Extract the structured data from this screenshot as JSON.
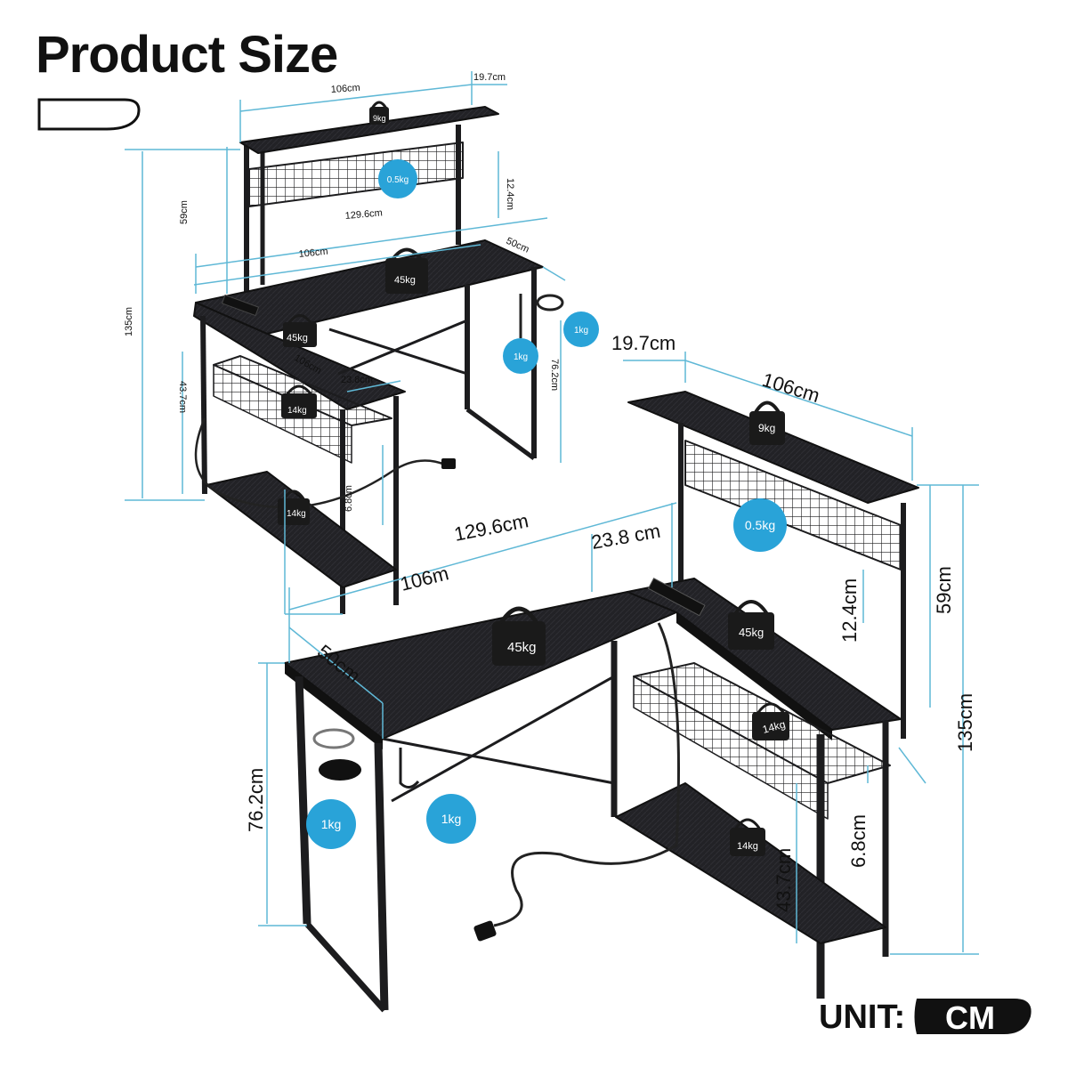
{
  "title": "Product Size",
  "unit": {
    "label": "UNIT:",
    "value": "CM"
  },
  "colors": {
    "dimension_line": "#5fb8d6",
    "badge": "#29a3d8",
    "desk": "#1c1c1e",
    "text_dark": "#111111"
  },
  "top_view": {
    "hutch_width": "106cm",
    "hutch_depth": "19.7cm",
    "top_weight": "9kg",
    "pegboard_weight": "0.5kg",
    "pegboard_height": "12.4cm",
    "hutch_height": "59cm",
    "total_length": "129.6cm",
    "desk_width": "106cm",
    "desk_depth": "50cm",
    "desk_weight": "45kg",
    "total_height": "135cm",
    "side_weight": "45kg",
    "hook_weight_1": "1kg",
    "hook_weight_2": "1kg",
    "desk_height": "76.2cm",
    "side_length": "106cm",
    "side_depth": "23.8cm",
    "shelf_height": "43.7cm",
    "basket_weight": "14kg",
    "basket_gap": "6.8cm",
    "bottom_weight": "14kg"
  },
  "bottom_view": {
    "hutch_depth": "19.7cm",
    "hutch_width": "106cm",
    "top_weight": "9kg",
    "pegboard_weight": "0.5kg",
    "total_length": "129.6cm",
    "side_depth": "23.8 cm",
    "desk_width": "106m",
    "pegboard_height": "12.4cm",
    "hutch_height": "59cm",
    "desk_depth": "50cm",
    "desk_weight": "45kg",
    "side_weight": "45kg",
    "total_height": "135cm",
    "basket_weight": "14kg",
    "desk_height": "76.2cm",
    "hook_weight_1": "1kg",
    "hook_weight_2": "1kg",
    "basket_gap": "6.8cm",
    "bottom_weight": "14kg",
    "shelf_height": "43.7cm"
  }
}
